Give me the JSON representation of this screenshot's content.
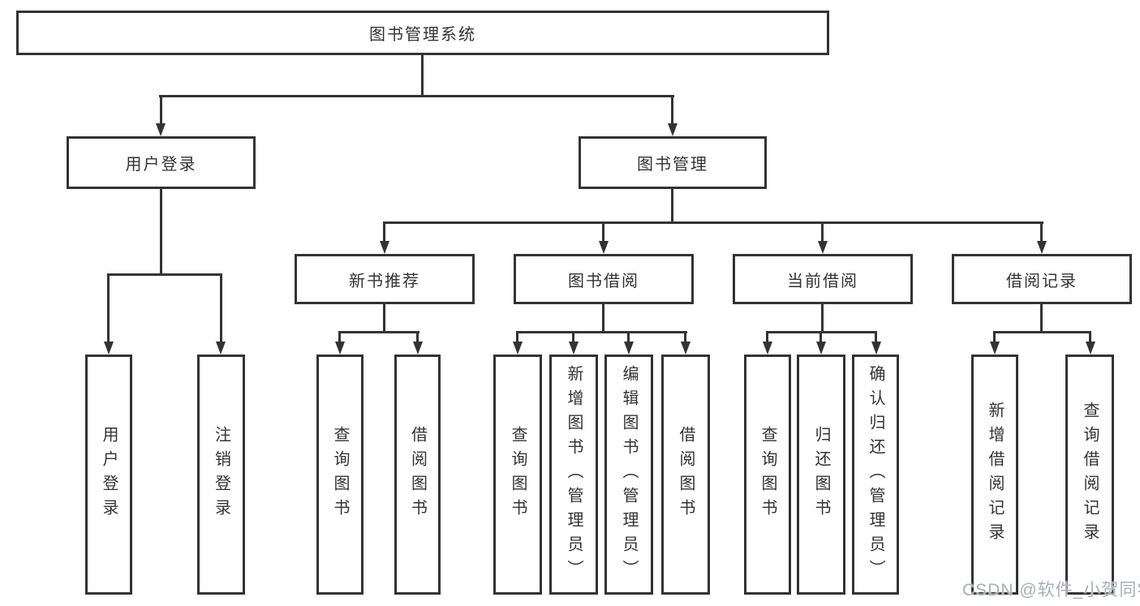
{
  "diagram": {
    "title": "图书管理系统",
    "tree": {
      "root": {
        "label": "图书管理系统",
        "children": [
          {
            "label": "用户登录",
            "children": [
              {
                "label": "用户登录"
              },
              {
                "label": "注销登录"
              }
            ]
          },
          {
            "label": "图书管理",
            "children": [
              {
                "label": "新书推荐",
                "children": [
                  {
                    "label": "查询图书"
                  },
                  {
                    "label": "借阅图书"
                  }
                ]
              },
              {
                "label": "图书借阅",
                "children": [
                  {
                    "label": "查询图书"
                  },
                  {
                    "label": "新增图书（管理员）"
                  },
                  {
                    "label": "编辑图书（管理员）"
                  },
                  {
                    "label": "借阅图书"
                  }
                ]
              },
              {
                "label": "当前借阅",
                "children": [
                  {
                    "label": "查询图书"
                  },
                  {
                    "label": "归还图书"
                  },
                  {
                    "label": "确认归还（管理员）"
                  }
                ]
              },
              {
                "label": "借阅记录",
                "children": [
                  {
                    "label": "新增借阅记录"
                  },
                  {
                    "label": "查询借阅记录"
                  }
                ]
              }
            ]
          }
        ]
      }
    },
    "colors": {
      "line": "#333333",
      "text": "#333333",
      "background": "#ffffff",
      "watermark": "#a4aab1"
    },
    "watermark": "CSDN @软件_小贺同学"
  }
}
